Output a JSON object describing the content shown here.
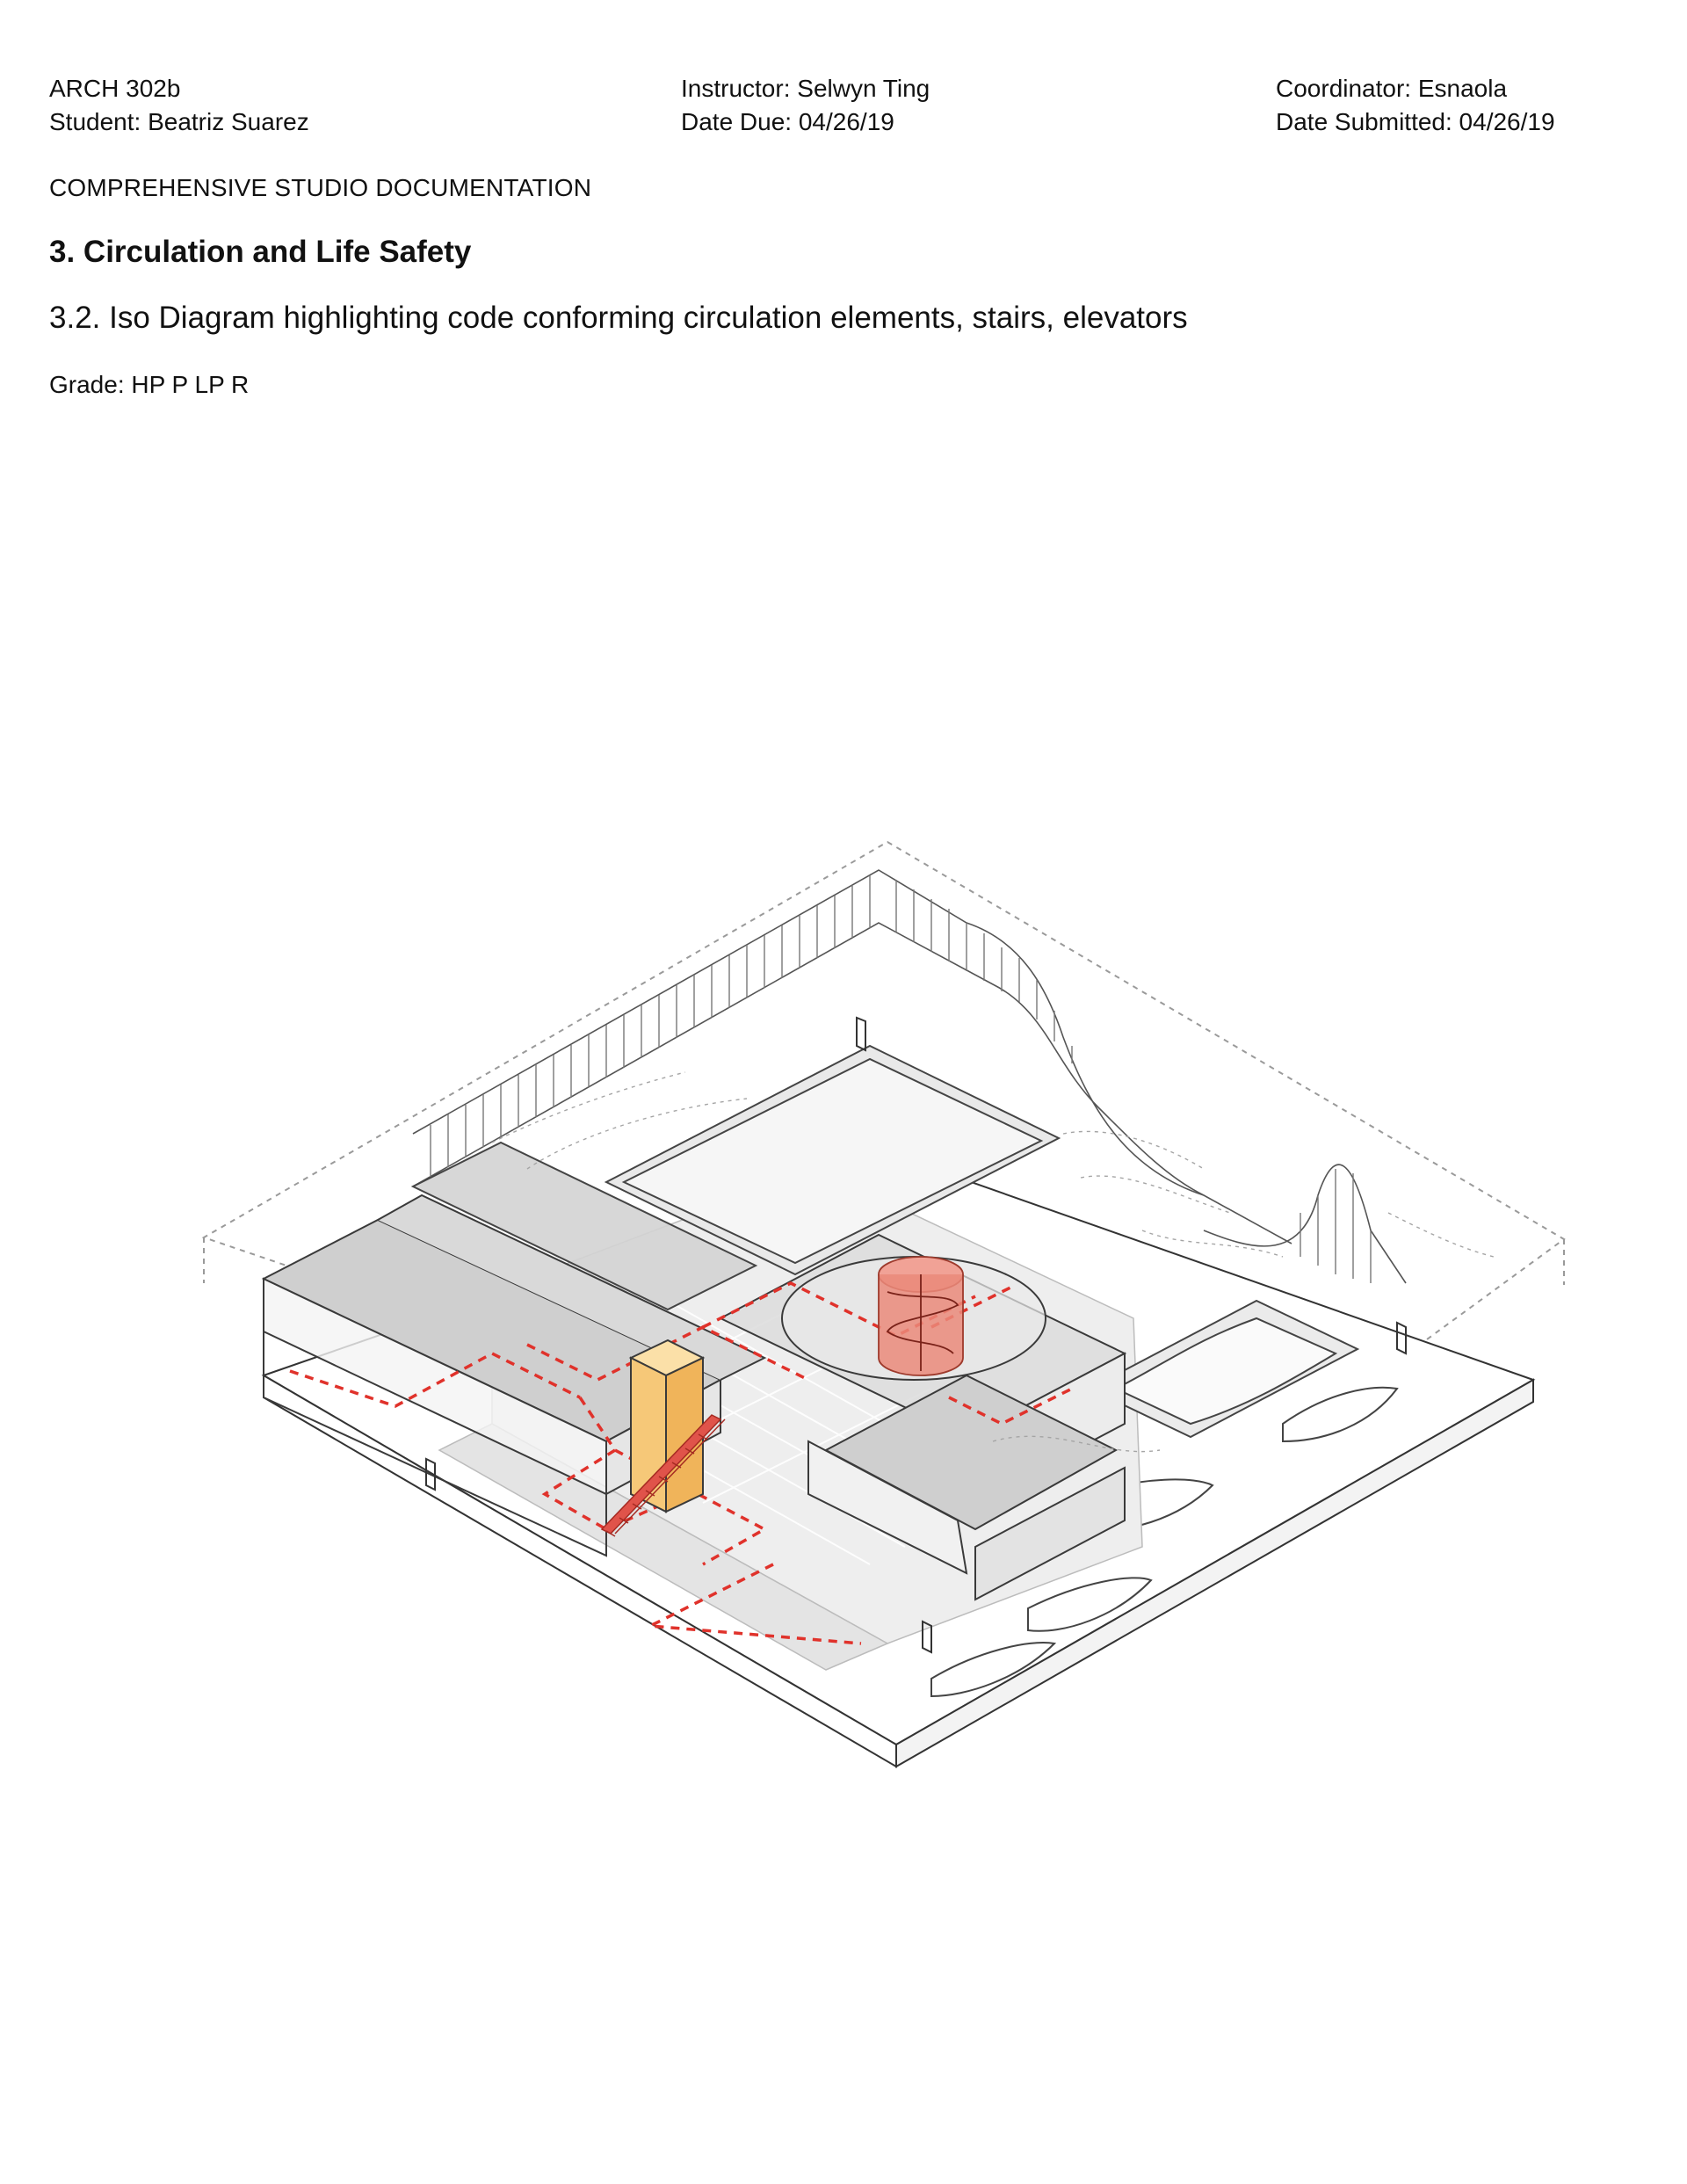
{
  "header": {
    "course": "ARCH 302b",
    "student": "Student:  Beatriz Suarez",
    "instructor": "Instructor:  Selwyn Ting",
    "date_due": "Date Due:  04/26/19",
    "coordinator": "Coordinator: Esnaola",
    "date_submitted": "Date Submitted: 04/26/19"
  },
  "document": {
    "section_label": "COMPREHENSIVE STUDIO DOCUMENTATION",
    "section_title": "3. Circulation and Life Safety",
    "subtitle": "3.2. Iso Diagram highlighting code conforming circulation elements, stairs, elevators",
    "grade": "Grade: HP P LP R"
  },
  "diagram": {
    "colors": {
      "line": "#3a3a3a",
      "floor": "#d6d6d6",
      "floor_light": "#ececec",
      "egress_path": "#e0322b",
      "stair_tower": "#ea8a7a",
      "elevator_core": "#f6c878",
      "slab": "#ffffff"
    }
  }
}
